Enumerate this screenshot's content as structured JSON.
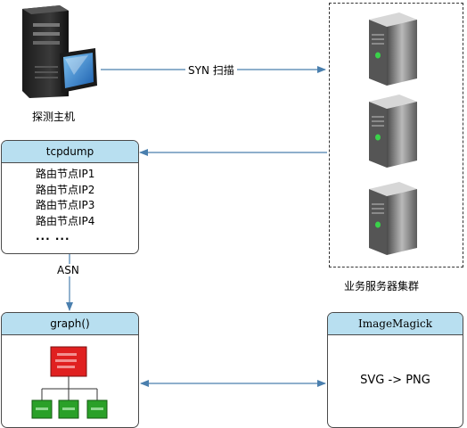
{
  "probe": {
    "label": "探测主机"
  },
  "scan_arrow": {
    "label": "SYN 扫描"
  },
  "server_cluster": {
    "label": "业务服务器集群"
  },
  "tcpdump": {
    "title": "tcpdump",
    "items": [
      "路由节点IP1",
      "路由节点IP2",
      "路由节点IP3",
      "路由节点IP4"
    ],
    "ellipsis": "... ..."
  },
  "asn_arrow": {
    "label": "ASN"
  },
  "graph_box": {
    "title": "graph()"
  },
  "imagemagick": {
    "title": "ImageMagick",
    "body": "SVG -> PNG"
  },
  "colors": {
    "header": "#b8dff0",
    "arrow": "#4a7fae",
    "root_node": "#e02020",
    "leaf_node": "#2aa028"
  },
  "icons": {
    "probe": "desktop-computer-icon",
    "server": "server-tower-icon"
  }
}
